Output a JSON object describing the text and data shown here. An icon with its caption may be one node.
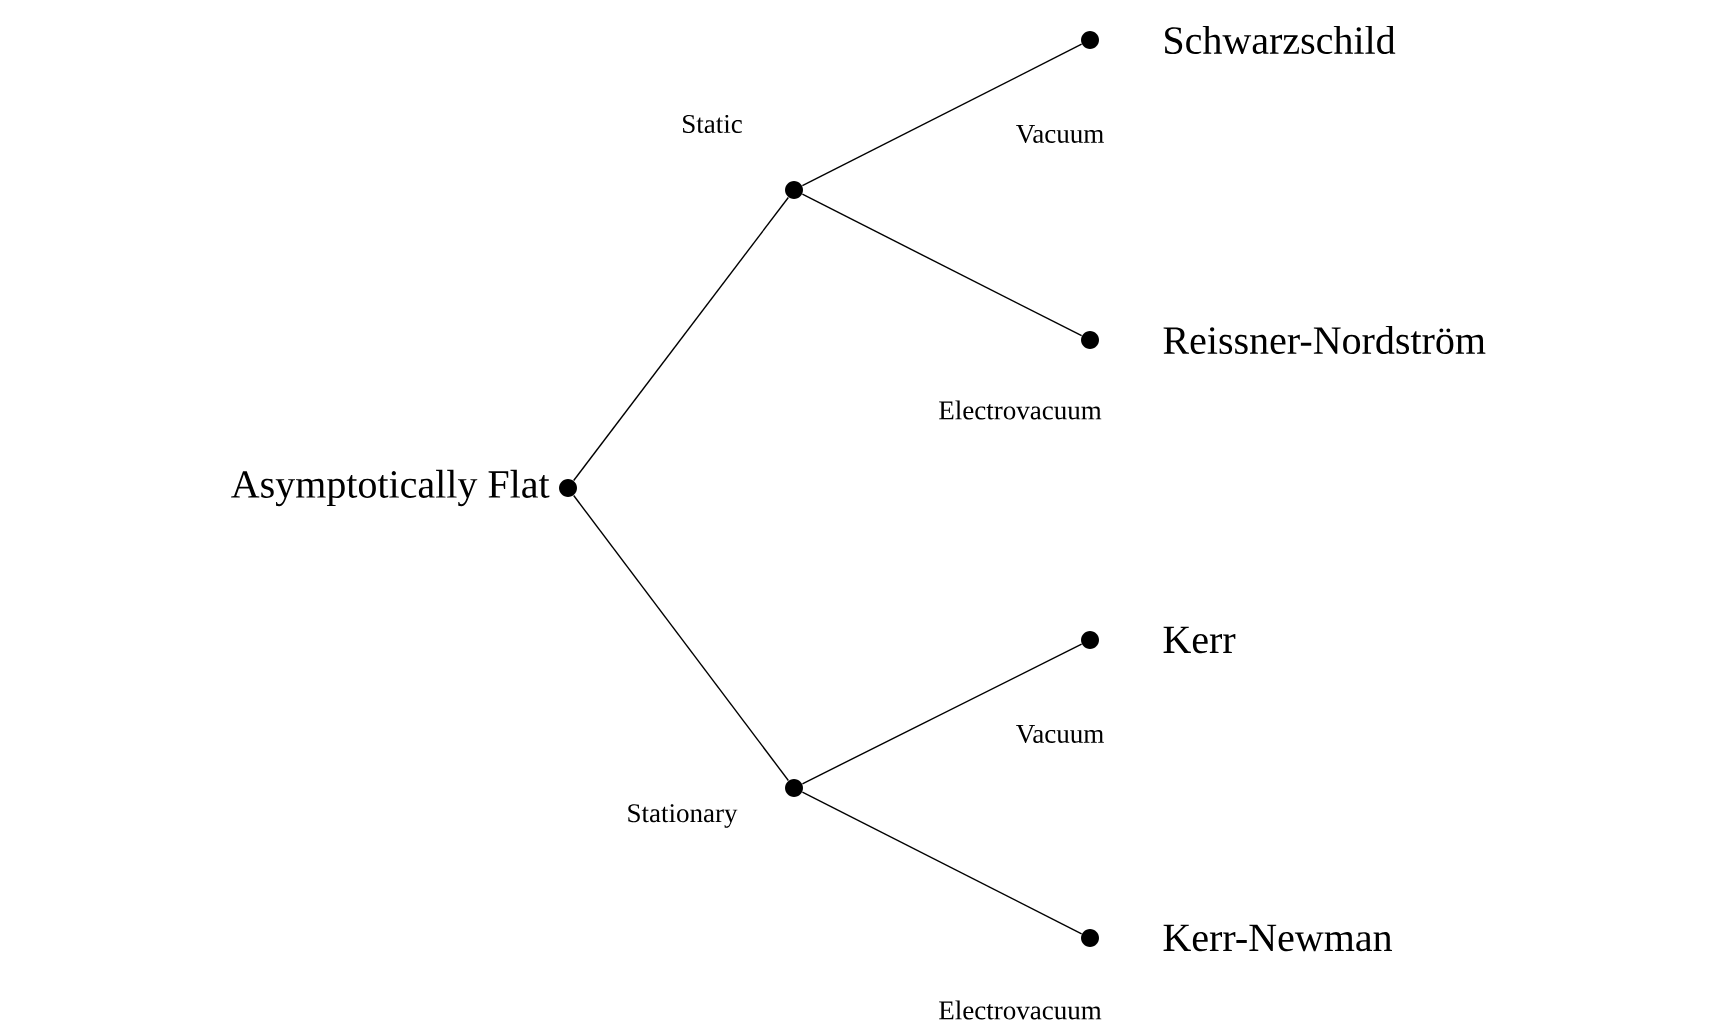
{
  "diagram": {
    "nodes": [
      {
        "text": [],
        "shape": "circle",
        "beside": [
          "Asymptotically Flat"
        ]
      },
      {
        "text": [],
        "shape": "circle",
        "beside": [
          "Static"
        ]
      },
      {
        "text": [],
        "shape": "circle",
        "beside": [
          "Stationary"
        ]
      },
      {
        "text": [],
        "shape": "circle",
        "beside": [
          "Schwarzschild"
        ]
      },
      {
        "text": [],
        "shape": "circle",
        "beside": [
          "Reissner-Nordström"
        ]
      },
      {
        "text": [],
        "shape": "circle",
        "beside": [
          "Kerr"
        ]
      },
      {
        "text": [],
        "shape": "circle",
        "beside": [
          "Kerr-Newman"
        ]
      }
    ],
    "edges": [
      {
        "from": 0,
        "to": 1,
        "arrow": "none"
      },
      {
        "from": 0,
        "to": 2,
        "arrow": "none"
      },
      {
        "from": 1,
        "to": 3,
        "arrow": "none",
        "label": "Vacuum"
      },
      {
        "from": 1,
        "to": 4,
        "arrow": "none",
        "label": "Electrovacuum"
      },
      {
        "from": 2,
        "to": 5,
        "arrow": "none",
        "label": "Vacuum"
      },
      {
        "from": 2,
        "to": 6,
        "arrow": "none",
        "label": "Electrovacuum"
      }
    ]
  }
}
